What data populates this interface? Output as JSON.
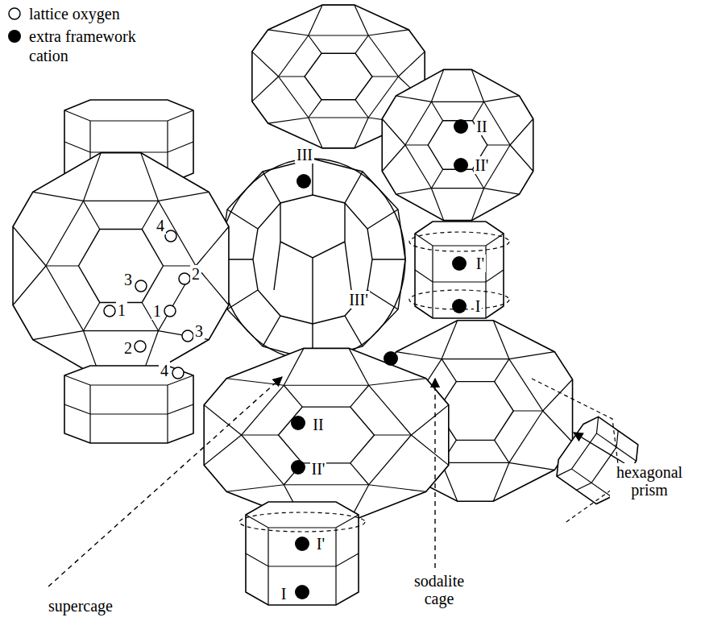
{
  "diagram": {
    "labels": [
      "III",
      "II",
      "II'",
      "4",
      "I'",
      "3",
      "2",
      "1",
      "1",
      "III'",
      "I",
      "3",
      "2",
      "4",
      "II",
      "II'",
      "I'",
      "I",
      "supercage",
      "sodalite cage",
      "hexagonal prism"
    ],
    "legend": [
      {
        "text": "lattice oxygen"
      },
      {
        "text": "extra framework cation"
      }
    ]
  }
}
